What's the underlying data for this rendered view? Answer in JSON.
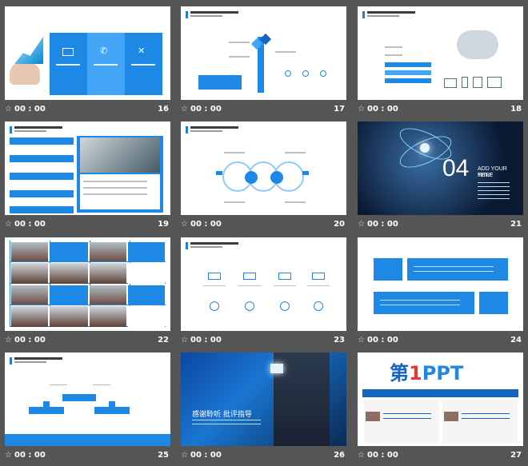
{
  "slides": [
    {
      "num": "16",
      "time": "00 : 00"
    },
    {
      "num": "17",
      "time": "00 : 00"
    },
    {
      "num": "18",
      "time": "00 : 00"
    },
    {
      "num": "19",
      "time": "00 : 00"
    },
    {
      "num": "20",
      "time": "00 : 00"
    },
    {
      "num": "21",
      "time": "00 : 00",
      "big": "04",
      "title_line1": "ADD YOUR TITLE",
      "title_line2": "HERE"
    },
    {
      "num": "22",
      "time": "00 : 00"
    },
    {
      "num": "23",
      "time": "00 : 00"
    },
    {
      "num": "24",
      "time": "00 : 00"
    },
    {
      "num": "25",
      "time": "00 : 00"
    },
    {
      "num": "26",
      "time": "00 : 00",
      "thanks": "感谢聆听 批评指导"
    },
    {
      "num": "27",
      "time": "00 : 00",
      "logo_a": "第",
      "logo_b": "1",
      "logo_c": "PPT"
    }
  ],
  "colors": {
    "accent": "#1e88e5",
    "dark_bg": "#555555",
    "footer_text": "#ffffff"
  },
  "icons": {
    "star": "star-icon",
    "mail": "mail-icon",
    "phone": "phone-icon",
    "tools": "tools-icon"
  }
}
